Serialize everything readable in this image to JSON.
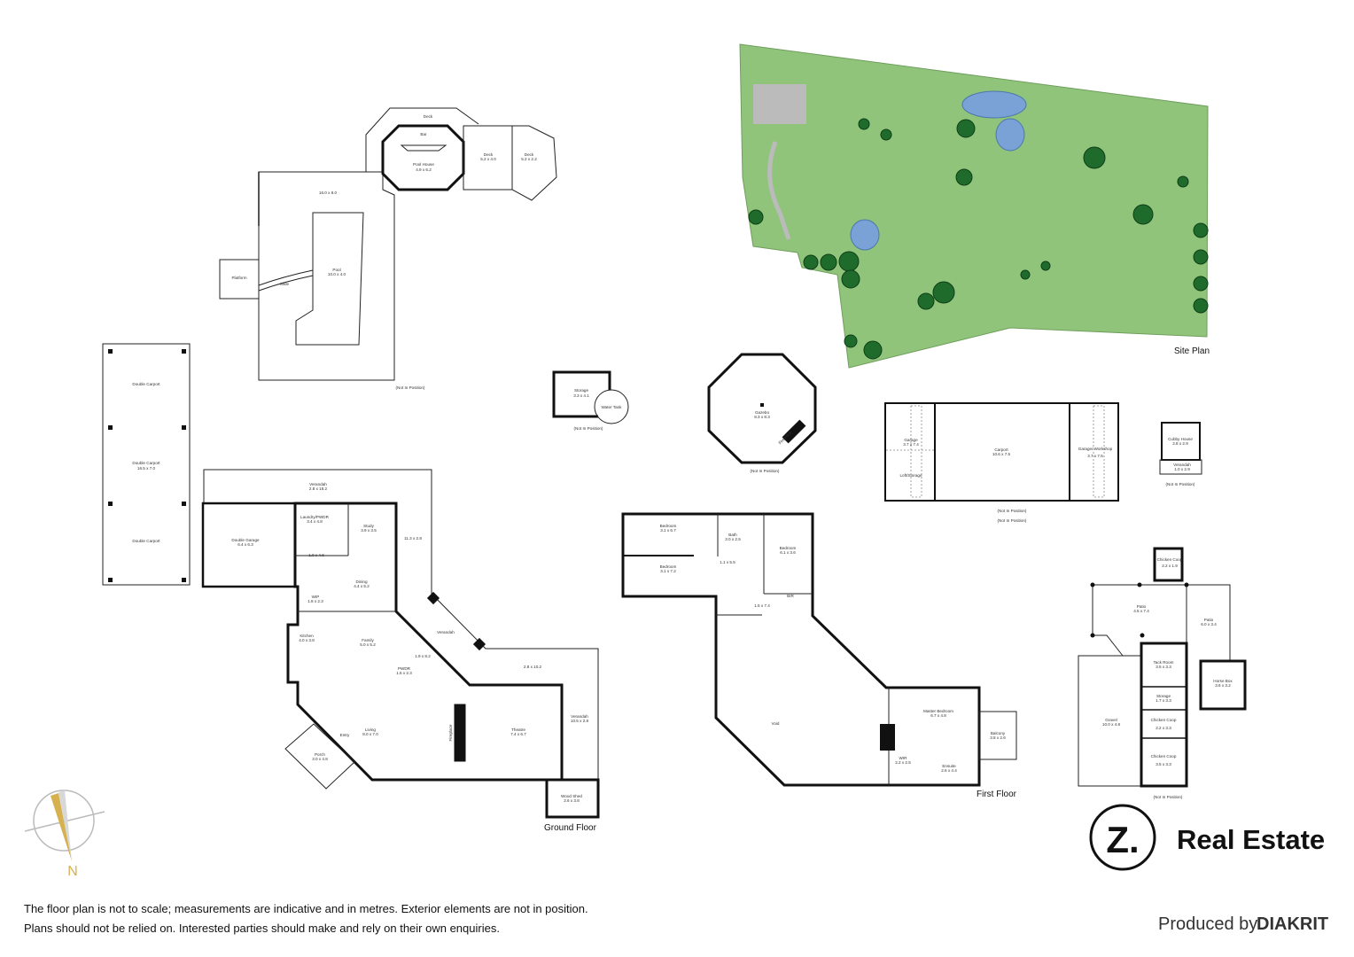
{
  "pool_house": {
    "deck_top": "Deck",
    "bar": "Bar",
    "pool_house": "Pool House",
    "pool_house_dims": "4.9 x 6.2",
    "deck1": "Deck",
    "deck1_dims": "5.2 x 4.0",
    "deck2": "Deck",
    "deck2_dims": "5.2 x 2.2",
    "enclosure_dims": "16.0 x 8.0",
    "pool": "Pool",
    "pool_dims": "10.0 x 4.0",
    "platform": "Platform",
    "slide": "Slide",
    "note": "(Not In Position)"
  },
  "site_plan": {
    "label": "Site Plan"
  },
  "carport": {
    "a": "Double Carport",
    "b": "Double Carport",
    "b_dims": "16.5 x 7.0",
    "c": "Double Carport"
  },
  "storage": {
    "name": "Storage",
    "dims": "3.3 x 4.1",
    "tank": "Water Tank",
    "note": "(Not In Position)"
  },
  "gazebo": {
    "name": "Gazebo",
    "dims": "8.3 x 8.3",
    "fireplace": "Fireplace",
    "note": "(Not In Position)"
  },
  "garage_block": {
    "garage": "Garage",
    "garage_dims": "3.7 x 7.4",
    "loft": "Loft/Storage",
    "carport": "Carport",
    "carport_dims": "10.6 x 7.5",
    "workshop": "Garage/ Workshop",
    "workshop_dims": "3.7 x 7.5",
    "note": "(Not In Position)"
  },
  "cubby": {
    "name": "Cubby House",
    "dims": "2.8 x 2.9",
    "verandah": "Verandah",
    "verandah_dims": "1.0 x 2.9",
    "note": "(Not In Position)"
  },
  "ground_floor": {
    "title": "Ground Floor",
    "verandah_top": "Verandah",
    "verandah_top_dims": "2.8 x 18.2",
    "double_garage": "Double Garage",
    "double_garage_dims": "6.4 x 6.3",
    "laundry": "Laundry/PWDR",
    "laundry_dims": "3.4 x 4.8",
    "study": "Study",
    "study_dims": "3.9 x 3.5",
    "verandah_side_dims": "11.3 x 2.8",
    "hall_dims": "1.0 x 4.6",
    "dining": "Dining",
    "dining_dims": "4.4 x 5.2",
    "wip": "WIP",
    "wip_dims": "1.8 x 2.3",
    "kitchen": "Kitchen",
    "kitchen_dims": "4.0 x 3.8",
    "family": "Family",
    "family_dims": "5.0 x 5.2",
    "verandah_mid": "Verandah",
    "hall2_dims": "1.9 x 8.2",
    "pwdr": "PWDR",
    "pwdr_dims": "1.5 x 2.3",
    "verandah_right_dims": "2.8 x 10.2",
    "living": "Living",
    "living_dims": "8.0 x 7.0",
    "entry": "Entry",
    "porch": "Porch",
    "porch_dims": "3.0 x 4.8",
    "fireplace": "Fireplace",
    "theatre": "Theatre",
    "theatre_dims": "7.4 x 6.7",
    "verandah_east": "Verandah",
    "verandah_east_dims": "10.5 x 2.8",
    "wood_shed": "Wood Shed",
    "wood_shed_dims": "2.6 x 3.8"
  },
  "first_floor": {
    "title": "First Floor",
    "bed1": "Bedroom",
    "bed1_dims": "3.1 x 6.7",
    "bed2": "Bedroom",
    "bed2_dims": "3.1 x 7.2",
    "bath": "Bath",
    "bath_dims": "3.0 x 2.5",
    "bed3": "Bedroom",
    "bed3_dims": "6.1 x 3.6",
    "hall_dims": "1.1 x 5.5",
    "landing_dims": "1.5 x 7.4",
    "bir": "BIR",
    "void": "Void",
    "master": "Master Bedroom",
    "master_dims": "6.7 x 4.8",
    "balcony": "Balcony",
    "balcony_dims": "3.8 x 2.6",
    "wir": "WIR",
    "wir_dims": "2.2 x 2.5",
    "ensuite": "Ensuite",
    "ensuite_dims": "2.6 x 4.4",
    "note": "(Not In Position)"
  },
  "farm": {
    "coop_top": "Chicken Coop",
    "coop_top_dims": "2.2 x 1.9",
    "patio1": "Patio",
    "patio1_dims": "4.5 x 7.4",
    "patio2": "Patio",
    "patio2_dims": "6.0 x 3.4",
    "tack": "Tack Room",
    "tack_dims": "3.5 x 3.3",
    "storage": "Storage",
    "storage_dims": "1.7 x 3.3",
    "coop2": "Chicken Coop",
    "coop2_dims": "2.2 x 3.3",
    "coop3": "Chicken Coop",
    "coop3_dims": "3.5 x 3.3",
    "gravel": "Gravel",
    "gravel_dims": "10.0 x 4.8",
    "horse": "Horse Box",
    "horse_dims": "3.6 x 3.2",
    "note": "(Not In Position)"
  },
  "compass": {
    "north": "N"
  },
  "brand": {
    "logo_letter": "Z.",
    "name": "Real Estate",
    "produced_by": "Produced by",
    "producer": "DIAKRIT"
  },
  "disclaimer": {
    "line1": "The floor plan is not to scale; measurements are indicative and in metres. Exterior elements are not in position.",
    "line2": "Plans should not be relied on. Interested parties should make and rely on their own enquiries."
  },
  "colors": {
    "lawn": "#8fc47a",
    "trees": "#1f6b2c",
    "compass_gold": "#d6b14f"
  }
}
